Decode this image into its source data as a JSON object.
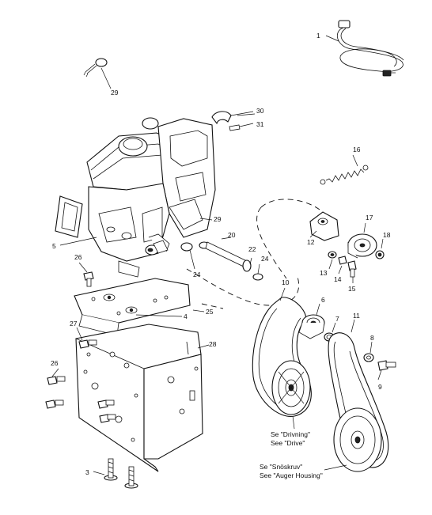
{
  "callouts": {
    "c1": "1",
    "c3": "3",
    "c4": "4",
    "c5": "5",
    "c6": "6",
    "c7": "7",
    "c8": "8",
    "c9": "9",
    "c10": "10",
    "c11": "11",
    "c12": "12",
    "c13": "13",
    "c14": "14",
    "c15": "15",
    "c16": "16",
    "c17": "17",
    "c18": "18",
    "c20": "20",
    "c22": "22",
    "c24a": "24",
    "c24b": "24",
    "c25": "25",
    "c26a": "26",
    "c26b": "26",
    "c27": "27",
    "c28": "28",
    "c29a": "29",
    "c29b": "29",
    "c30": "30",
    "c31": "31"
  },
  "notes": {
    "drive_sv": "Se \"Drivning\"",
    "drive_en": "See \"Drive\"",
    "auger_sv": "Se \"Snöskruv\"",
    "auger_en": "See \"Auger Housing\""
  }
}
